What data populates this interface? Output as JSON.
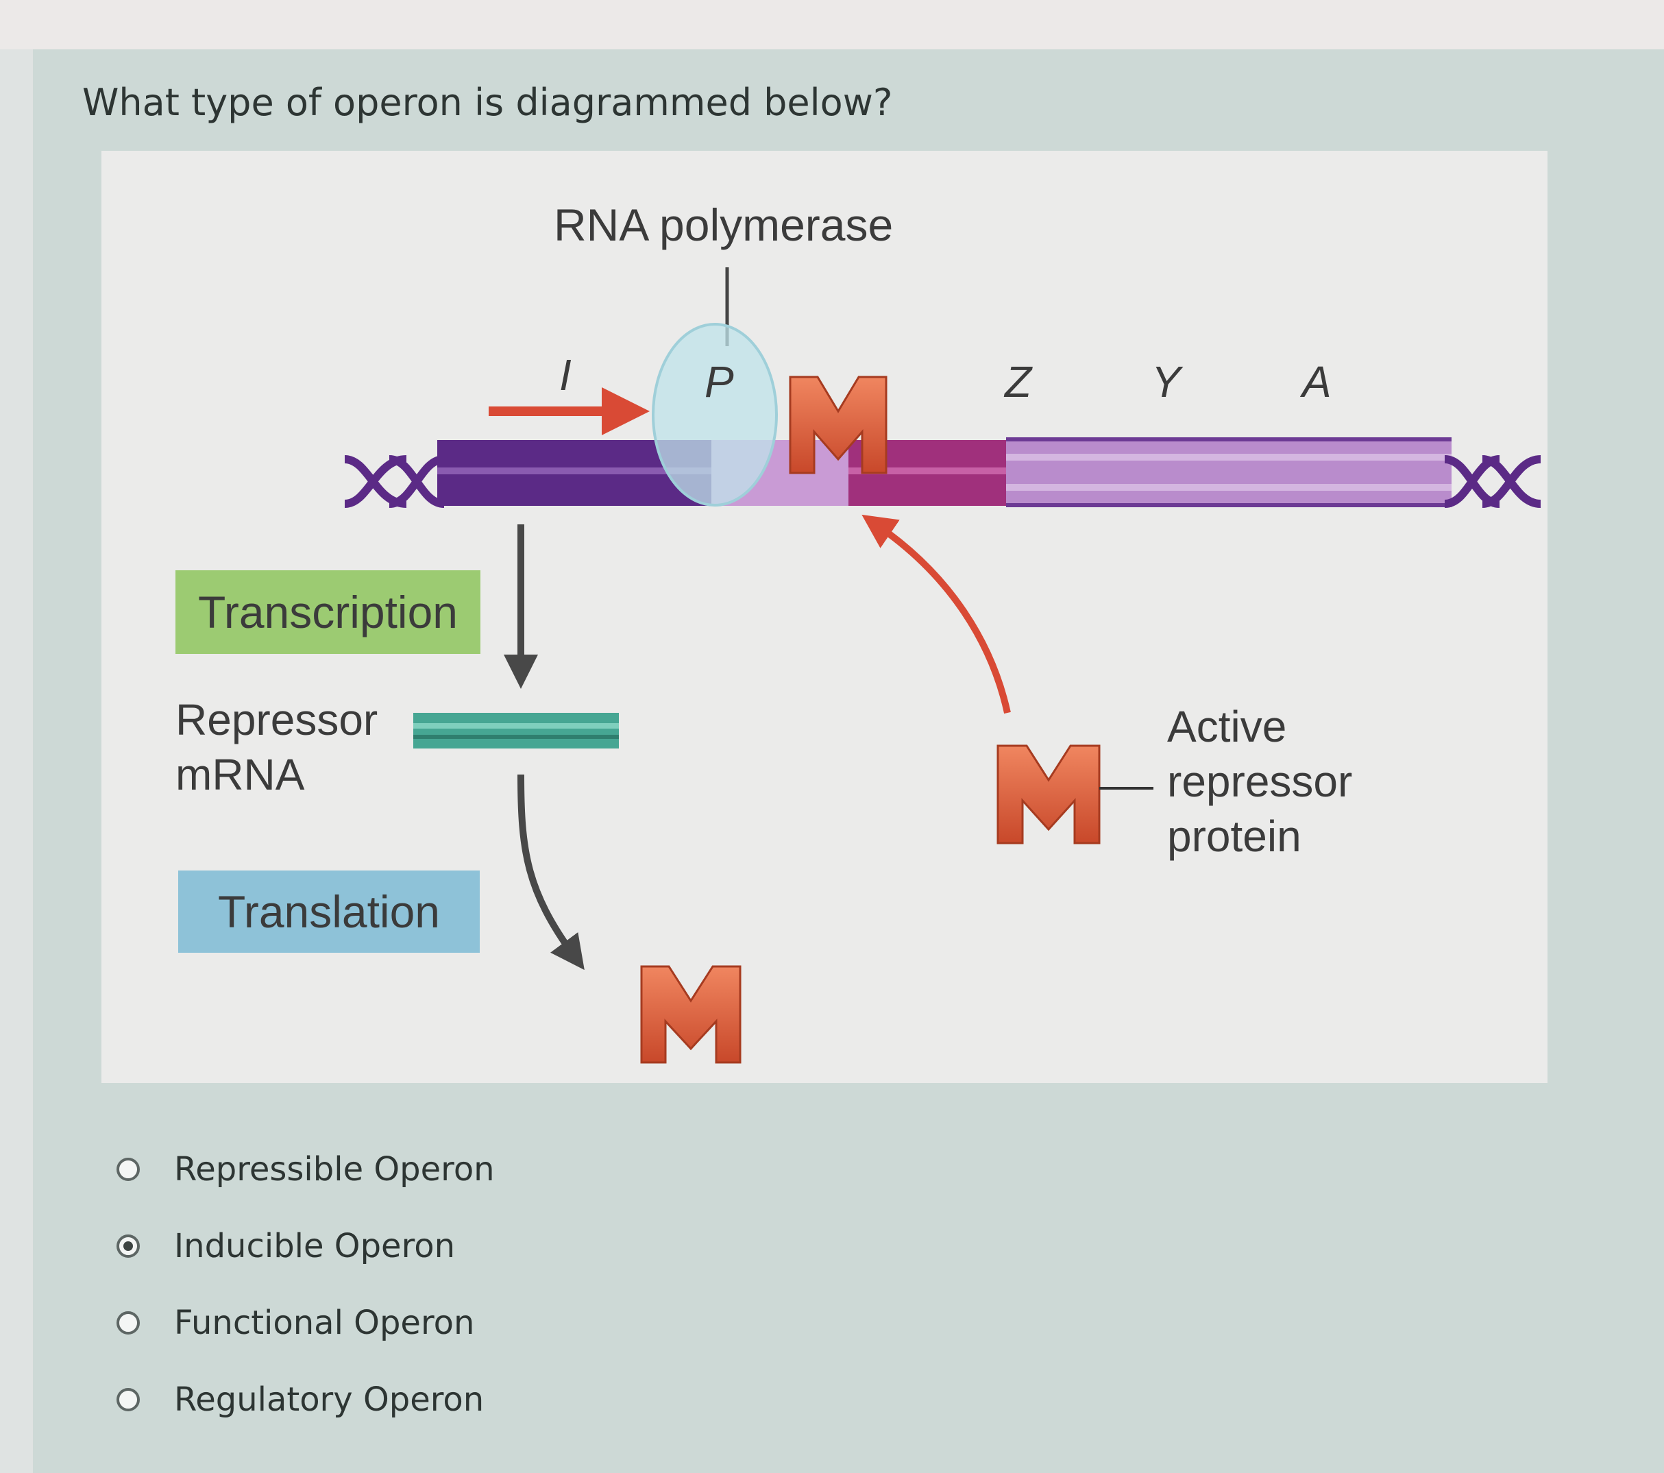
{
  "question": {
    "text": "What type of operon is diagrammed below?"
  },
  "diagram": {
    "rna_polymerase_label": "RNA polymerase",
    "gene_i": "I",
    "gene_p": "P",
    "gene_z": "Z",
    "gene_y": "Y",
    "gene_a": "A",
    "transcription_label": "Transcription",
    "translation_label": "Translation",
    "repressor_mrna_line1": "Repressor",
    "repressor_mrna_line2": "mRNA",
    "active_repressor_line1": "Active",
    "active_repressor_line2": "repressor",
    "active_repressor_line3": "protein",
    "repressor_glyph": "M",
    "colors": {
      "dna_dark": "#5b2a86",
      "dna_light": "#b98ccc",
      "operator": "#a0307c",
      "repressor": "#e0603c",
      "arrow_red": "#d94a35",
      "mrna": "#46a693",
      "polymerase": "#bfe3ea"
    }
  },
  "answers": {
    "options": [
      {
        "label": "Repressible Operon",
        "selected": false
      },
      {
        "label": "Inducible Operon",
        "selected": true
      },
      {
        "label": "Functional Operon",
        "selected": false
      },
      {
        "label": "Regulatory Operon",
        "selected": false
      }
    ]
  }
}
